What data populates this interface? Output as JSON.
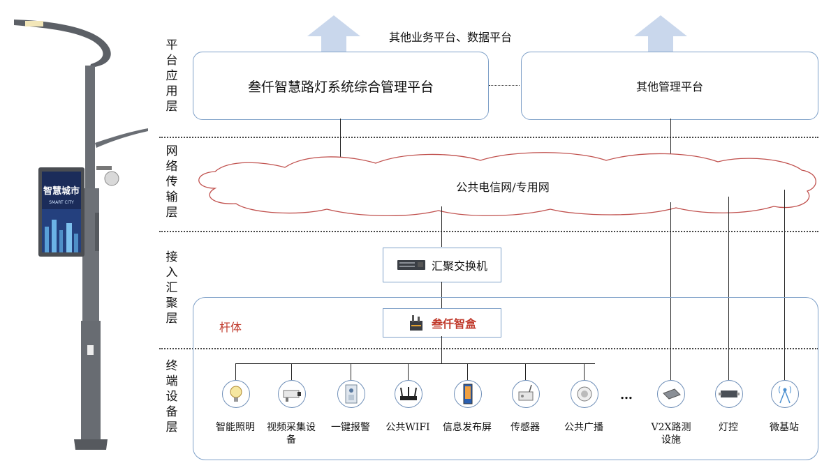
{
  "top": {
    "platform_caption": "其他业务平台、数据平台"
  },
  "layers": {
    "platform": "平台应用层",
    "network": "网络传输层",
    "access": "接入汇聚层",
    "terminal": "终端设备层"
  },
  "platform": {
    "main": "叁仟智慧路灯系统综合管理平台",
    "other": "其他管理平台"
  },
  "network": {
    "cloud_label": "公共电信网/专用网"
  },
  "access": {
    "switch_label": "汇聚交换机",
    "pole_label": "杆体",
    "box_label": "叁仟智盒"
  },
  "terminals": [
    {
      "label": "智能照明",
      "icon": "bulb-icon"
    },
    {
      "label": "视频采集设备",
      "icon": "camera-icon"
    },
    {
      "label": "一键报警",
      "icon": "alarm-icon"
    },
    {
      "label": "公共WIFI",
      "icon": "wifi-router-icon"
    },
    {
      "label": "信息发布屏",
      "icon": "display-icon"
    },
    {
      "label": "传感器",
      "icon": "sensor-icon"
    },
    {
      "label": "公共广播",
      "icon": "speaker-icon"
    },
    {
      "label": "…",
      "icon": ""
    },
    {
      "label": "V2X路测设施",
      "icon": "v2x-icon"
    },
    {
      "label": "灯控",
      "icon": "light-control-icon"
    },
    {
      "label": "微基站",
      "icon": "base-station-icon"
    }
  ],
  "pole_screen": {
    "title": "智慧城市",
    "subtitle": "SMART CITY"
  },
  "colors": {
    "box_border": "#7ea0c8",
    "cloud_border": "#c0504d",
    "arrow_fill": "#c9d7ec",
    "accent_red": "#c0392b"
  }
}
